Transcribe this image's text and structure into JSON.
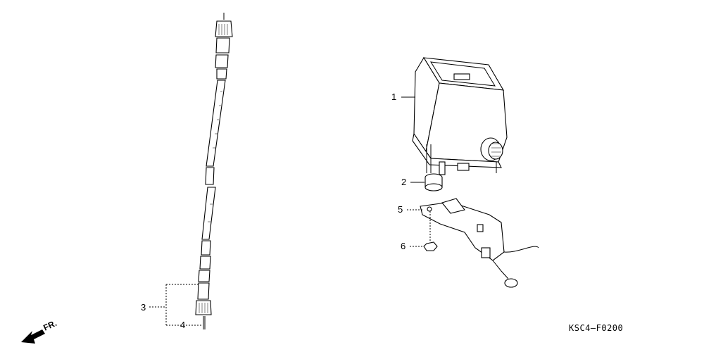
{
  "diagram": {
    "callouts": [
      {
        "id": "1",
        "label": "1"
      },
      {
        "id": "2",
        "label": "2"
      },
      {
        "id": "3",
        "label": "3"
      },
      {
        "id": "4",
        "label": "4"
      },
      {
        "id": "5",
        "label": "5"
      },
      {
        "id": "6",
        "label": "6"
      }
    ],
    "figure_code": "KSC4—F0200",
    "direction_label": "FR.",
    "icons": [
      "direction-arrow-icon"
    ]
  }
}
